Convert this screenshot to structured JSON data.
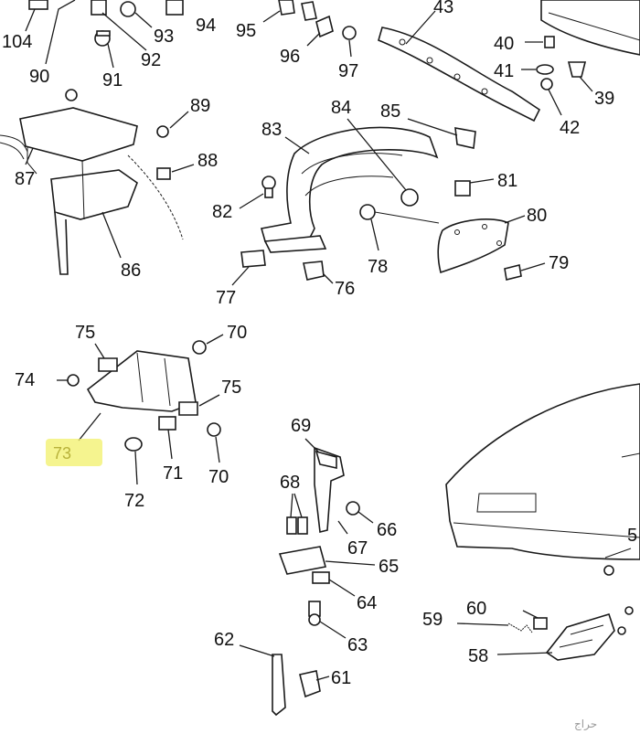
{
  "callouts": {
    "c104": "104",
    "c90": "90",
    "c93": "93",
    "c94": "94",
    "c92": "92",
    "c91": "91",
    "c95": "95",
    "c96": "96",
    "c97": "97",
    "c43": "43",
    "c40": "40",
    "c41": "41",
    "c39": "39",
    "c42": "42",
    "c89": "89",
    "c87": "87",
    "c88": "88",
    "c86": "86",
    "c83": "83",
    "c84": "84",
    "c85": "85",
    "c81": "81",
    "c82": "82",
    "c80": "80",
    "c78": "78",
    "c79": "79",
    "c77": "77",
    "c76": "76",
    "c75a": "75",
    "c70a": "70",
    "c74": "74",
    "c75b": "75",
    "c73": "73",
    "c71": "71",
    "c70b": "70",
    "c72": "72",
    "c69": "69",
    "c68": "68",
    "c66": "66",
    "c67": "67",
    "c65": "65",
    "c64": "64",
    "c63": "63",
    "c62": "62",
    "c61": "61",
    "c60": "60",
    "c59": "59",
    "c58": "58",
    "c5": "5"
  },
  "watermark": "حراج"
}
